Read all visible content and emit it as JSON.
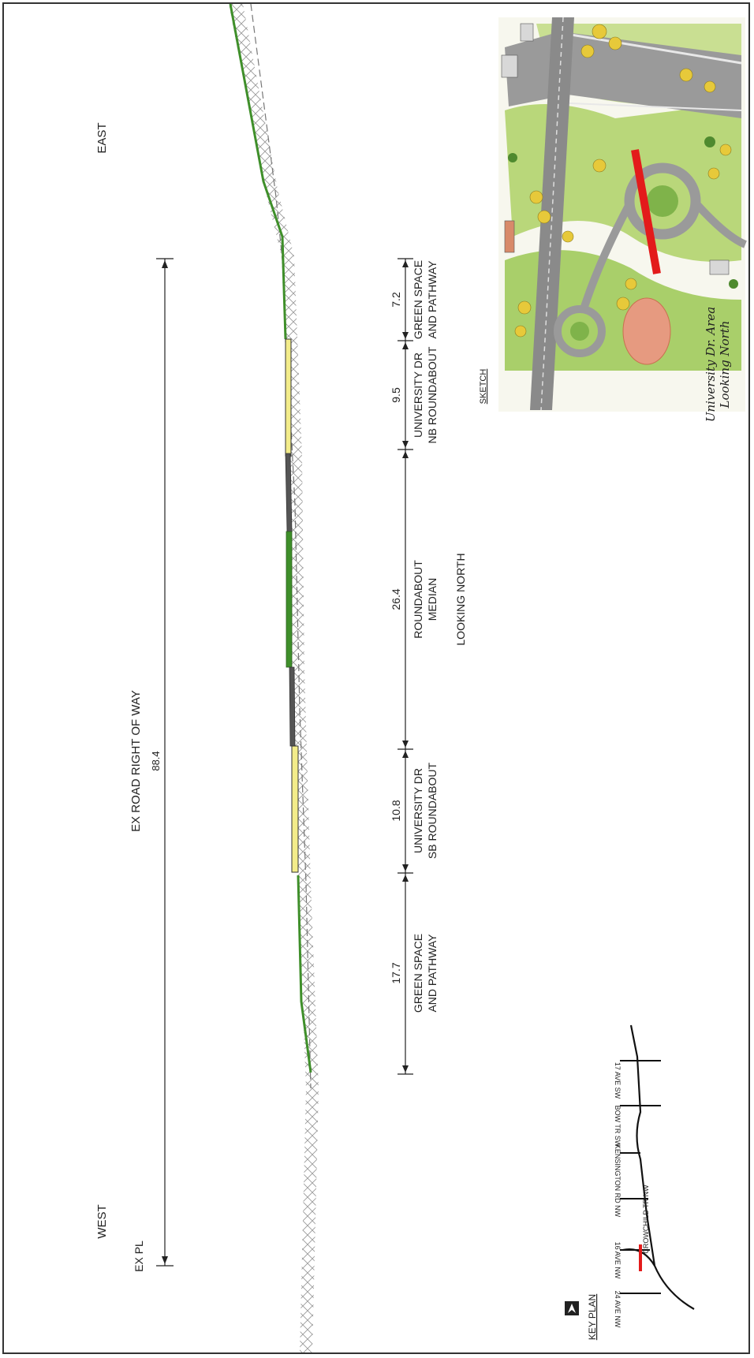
{
  "labels": {
    "west": "WEST",
    "east": "EAST",
    "ex_pl": "EX PL",
    "row_title": "EX ROAD RIGHT OF WAY",
    "row_total": "88.4",
    "looking": "LOOKING NORTH",
    "sketch_caption": "SKETCH",
    "key_plan": "KEY PLAN"
  },
  "segments": [
    {
      "value": "17.7",
      "name_1": "GREEN SPACE",
      "name_2": "AND PATHWAY"
    },
    {
      "value": "10.8",
      "name_1": "UNIVERSITY DR",
      "name_2": "SB ROUNDABOUT"
    },
    {
      "value": "26.4",
      "name_1": "ROUNDABOUT",
      "name_2": "MEDIAN"
    },
    {
      "value": "9.5",
      "name_1": "UNIVERSITY DR",
      "name_2": "NB ROUNDABOUT"
    },
    {
      "value": "7.2",
      "name_1": "GREEN SPACE",
      "name_2": "AND PATHWAY"
    }
  ],
  "key_plan_streets": {
    "s24": "24 AVE NW",
    "s16": "16 AVE NW",
    "crowchild": "CROWCHILD TR NW",
    "kensington": "KENSINGTON RD NW",
    "bow": "BOW TR SW",
    "s17": "17 AVE SW"
  },
  "sketch": {
    "title_1": "University Dr. Area",
    "title_2": "Looking North"
  },
  "colors": {
    "grass": "#3f8f2a",
    "pavement": "#f3ec8a",
    "median": "#555555",
    "marker": "#e31b1b",
    "hatch": "#9a9a9a"
  }
}
